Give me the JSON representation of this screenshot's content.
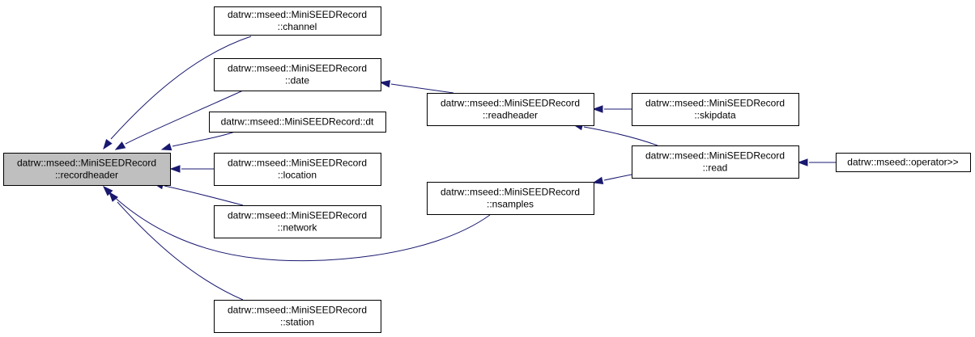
{
  "nodes": [
    {
      "id": "recordheader",
      "lines": [
        "datrw::mseed::MiniSEEDRecord",
        "::recordheader"
      ]
    },
    {
      "id": "channel",
      "lines": [
        "datrw::mseed::MiniSEEDRecord",
        "::channel"
      ]
    },
    {
      "id": "date",
      "lines": [
        "datrw::mseed::MiniSEEDRecord",
        "::date"
      ]
    },
    {
      "id": "dt",
      "lines": [
        "datrw::mseed::MiniSEEDRecord::dt"
      ]
    },
    {
      "id": "location",
      "lines": [
        "datrw::mseed::MiniSEEDRecord",
        "::location"
      ]
    },
    {
      "id": "network",
      "lines": [
        "datrw::mseed::MiniSEEDRecord",
        "::network"
      ]
    },
    {
      "id": "station",
      "lines": [
        "datrw::mseed::MiniSEEDRecord",
        "::station"
      ]
    },
    {
      "id": "readheader",
      "lines": [
        "datrw::mseed::MiniSEEDRecord",
        "::readheader"
      ]
    },
    {
      "id": "nsamples",
      "lines": [
        "datrw::mseed::MiniSEEDRecord",
        "::nsamples"
      ]
    },
    {
      "id": "skipdata",
      "lines": [
        "datrw::mseed::MiniSEEDRecord",
        "::skipdata"
      ]
    },
    {
      "id": "read",
      "lines": [
        "datrw::mseed::MiniSEEDRecord",
        "::read"
      ]
    },
    {
      "id": "operator",
      "lines": [
        "datrw::mseed::operator>>"
      ]
    }
  ],
  "edges": [
    {
      "from": "channel",
      "to": "recordheader"
    },
    {
      "from": "date",
      "to": "recordheader"
    },
    {
      "from": "dt",
      "to": "recordheader"
    },
    {
      "from": "location",
      "to": "recordheader"
    },
    {
      "from": "network",
      "to": "recordheader"
    },
    {
      "from": "nsamples",
      "to": "recordheader"
    },
    {
      "from": "station",
      "to": "recordheader"
    },
    {
      "from": "readheader",
      "to": "date"
    },
    {
      "from": "skipdata",
      "to": "readheader"
    },
    {
      "from": "read",
      "to": "readheader"
    },
    {
      "from": "read",
      "to": "nsamples"
    },
    {
      "from": "operator",
      "to": "read"
    }
  ],
  "colors": {
    "edge": "#191970",
    "root_fill": "#bfbfbf",
    "node_fill": "#ffffff"
  }
}
